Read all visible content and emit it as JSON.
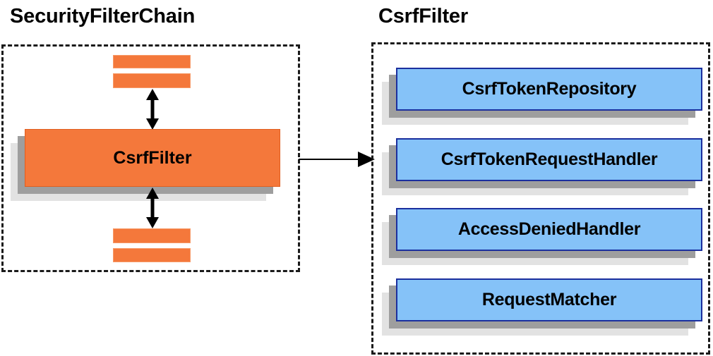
{
  "diagram": {
    "background_color": "#ffffff",
    "accent_orange": "#f4783b",
    "accent_blue": "#85c2f8",
    "blue_border": "#1b2f9e",
    "shadow_dark": "#9e9e9e",
    "shadow_light": "#e2e2e2",
    "dash_color": "#1a1a1a"
  },
  "left_panel": {
    "title": "SecurityFilterChain",
    "main_box": {
      "label": "CsrfFilter"
    },
    "filter_bars": [
      {
        "name": "filter-bar-top-1"
      },
      {
        "name": "filter-bar-top-2"
      },
      {
        "name": "filter-bar-bottom-1"
      },
      {
        "name": "filter-bar-bottom-2"
      }
    ],
    "connectors": [
      {
        "name": "double-arrow-above-csrffilter",
        "direction": "bidirectional"
      },
      {
        "name": "double-arrow-below-csrffilter",
        "direction": "bidirectional"
      }
    ]
  },
  "right_panel": {
    "title": "CsrfFilter",
    "components": [
      {
        "label": "CsrfTokenRepository"
      },
      {
        "label": "CsrfTokenRequestHandler"
      },
      {
        "label": "AccessDeniedHandler"
      },
      {
        "label": "RequestMatcher"
      }
    ]
  },
  "link": {
    "name": "csrffilter-to-components-arrow",
    "direction": "right"
  }
}
